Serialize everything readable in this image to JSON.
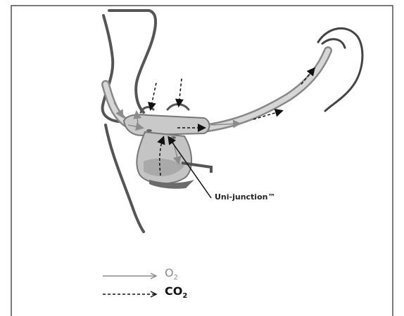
{
  "diagram": {
    "callout_label": "Uni-junction™"
  },
  "legend": {
    "o2": {
      "symbol": "O",
      "subscript": "2",
      "line_style": "solid",
      "color": "#8c8c8c"
    },
    "co2": {
      "symbol": "CO",
      "subscript": "2",
      "line_style": "dashed",
      "color": "#111111"
    }
  }
}
